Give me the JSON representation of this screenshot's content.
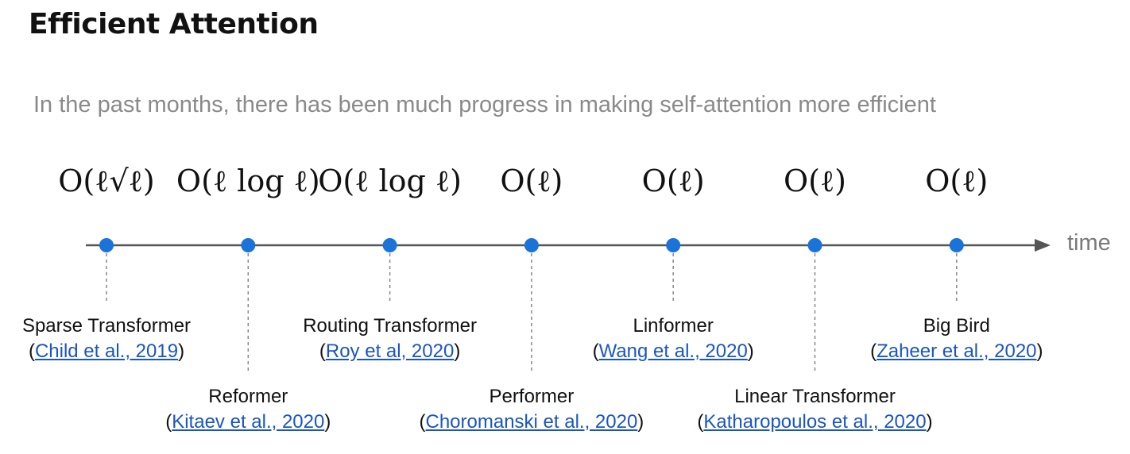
{
  "slide": {
    "title": "Efficient Attention",
    "subtitle": "In the past months, there has been much progress in making self-attention more efficient",
    "axis_label": "time"
  },
  "colors": {
    "dot": "#1a73d9",
    "axis": "#555555",
    "link": "#1a55c4"
  },
  "milestones": [
    {
      "complexity": "O(ℓ√ℓ)",
      "name": "Sparse Transformer",
      "citation": "Child et al., 2019",
      "label_row": "upper"
    },
    {
      "complexity": "O(ℓ log ℓ)",
      "name": "Reformer",
      "citation": "Kitaev et al., 2020",
      "label_row": "lower"
    },
    {
      "complexity": "O(ℓ log ℓ)",
      "name": "Routing Transformer",
      "citation": "Roy et al, 2020",
      "label_row": "upper"
    },
    {
      "complexity": "O(ℓ)",
      "name": "Performer",
      "citation": "Choromanski et al., 2020",
      "label_row": "lower"
    },
    {
      "complexity": "O(ℓ)",
      "name": "Linformer",
      "citation": "Wang et al., 2020",
      "label_row": "upper"
    },
    {
      "complexity": "O(ℓ)",
      "name": "Linear Transformer",
      "citation": "Katharopoulos et al., 2020",
      "label_row": "lower"
    },
    {
      "complexity": "O(ℓ)",
      "name": "Big Bird",
      "citation": "Zaheer et al., 2020",
      "label_row": "upper"
    }
  ]
}
